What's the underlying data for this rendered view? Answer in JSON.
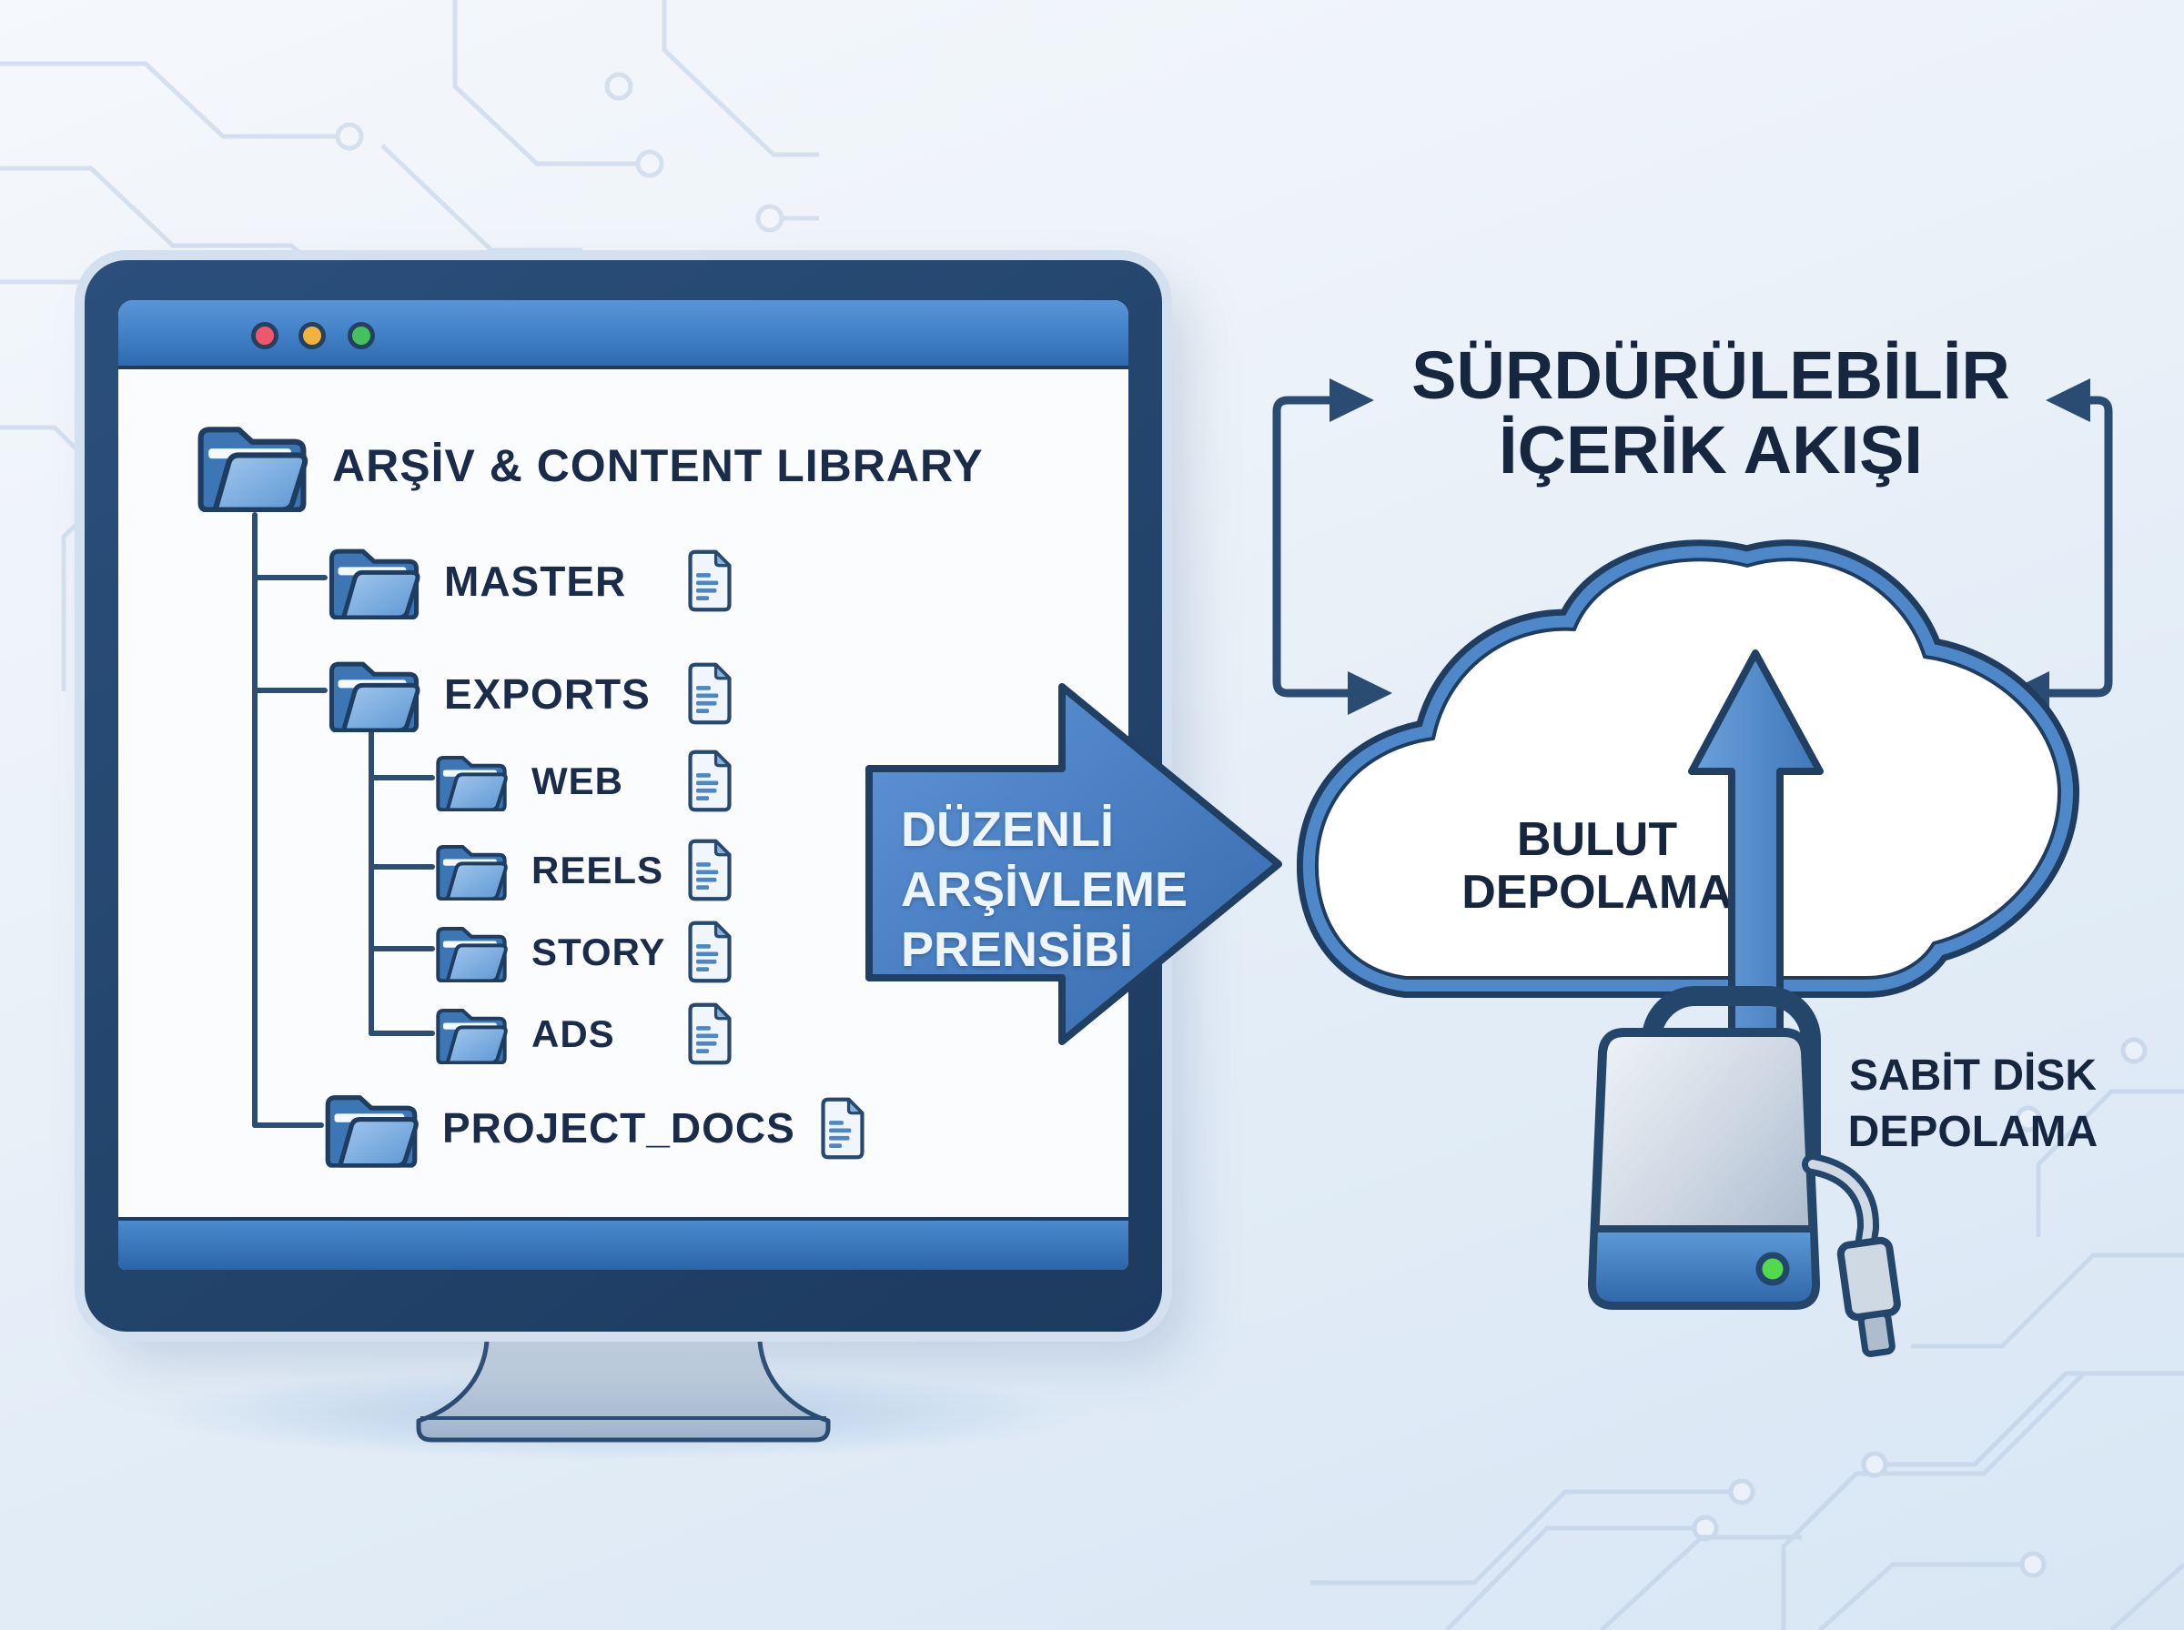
{
  "colors": {
    "accent_blue": "#4f88c8",
    "dark_navy": "#1f3c61",
    "text_dark": "#1b2b4a",
    "titlebar_blue": "#4584ca",
    "traffic_red": "#f2566b",
    "traffic_yellow": "#f3b13e",
    "traffic_green": "#44c05c",
    "led_green": "#52d94f"
  },
  "window": {
    "title_bar": {
      "buttons": [
        {
          "name": "close"
        },
        {
          "name": "minimize"
        },
        {
          "name": "maximize"
        }
      ]
    },
    "tree": {
      "root_label": "ARŞİV & CONTENT LIBRARY",
      "items": [
        {
          "label": "MASTER",
          "level": 1,
          "has_doc": true
        },
        {
          "label": "EXPORTS",
          "level": 1,
          "has_doc": true
        },
        {
          "label": "WEB",
          "level": 2,
          "has_doc": true
        },
        {
          "label": "REELS",
          "level": 2,
          "has_doc": true
        },
        {
          "label": "STORY",
          "level": 2,
          "has_doc": true
        },
        {
          "label": "ADS",
          "level": 2,
          "has_doc": true
        },
        {
          "label": "PROJECT_DOCS",
          "level": 1,
          "has_doc": true
        }
      ]
    }
  },
  "process_arrow": {
    "lines": [
      "DÜZENLİ",
      "ARŞİVLEME",
      "PRENSİBİ"
    ]
  },
  "flow_title": {
    "lines": [
      "SÜRDÜRÜLEBİLİR",
      "İÇERİK AKIŞI"
    ]
  },
  "cloud_storage": {
    "lines": [
      "BULUT",
      "DEPOLAMA"
    ]
  },
  "hard_disk_storage": {
    "lines": [
      "SABİT DİSK",
      "DEPOLAMA"
    ]
  }
}
